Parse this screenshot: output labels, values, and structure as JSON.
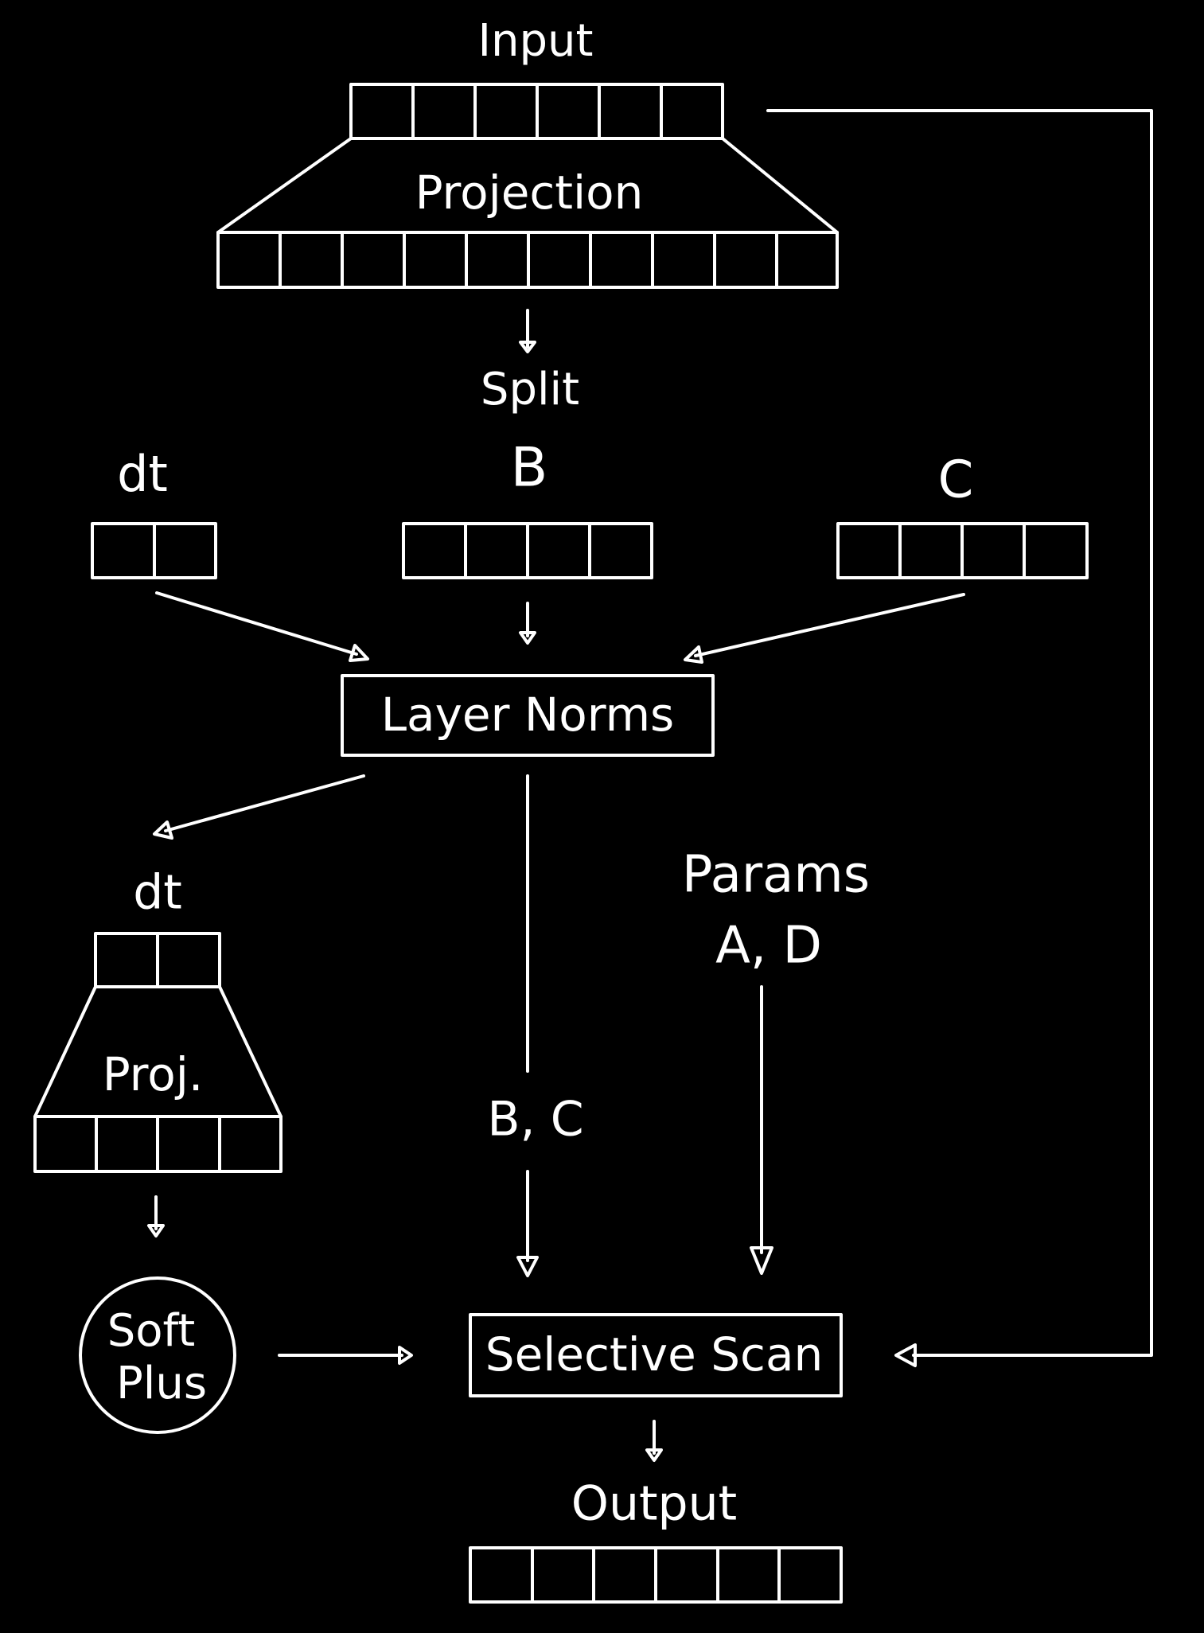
{
  "colors": {
    "background": "#000000",
    "stroke": "#ffffff",
    "text": "#ffffff"
  },
  "labels": {
    "input": "Input",
    "projection": "Projection",
    "split": "Split",
    "dt_top": "dt",
    "b": "B",
    "c": "C",
    "layer_norms": "Layer Norms",
    "dt_bottom": "dt",
    "proj": "Proj.",
    "params_line1": "Params",
    "params_line2": "A, D",
    "bc": "B, C",
    "soft_line1": "Soft",
    "soft_line2": "Plus",
    "selective_scan": "Selective Scan",
    "output": "Output"
  }
}
